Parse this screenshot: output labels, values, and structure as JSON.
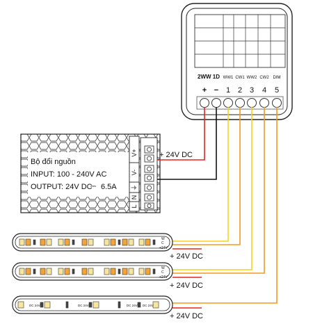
{
  "controller": {
    "labels": [
      "2WW 1D",
      "WW1",
      "CW1",
      "WW2",
      "CW2",
      "DIM"
    ],
    "terminals": [
      "+",
      "−",
      "1",
      "2",
      "3",
      "4",
      "5"
    ]
  },
  "psu": {
    "title": "Bộ đổi nguồn",
    "input": "INPUT: 100 - 240V AC",
    "output": "OUTPUT: 24V DC",
    "current": "6.5A",
    "dc_symbol": "⎓",
    "terminal_labels": [
      "V+",
      "V-",
      "⏚",
      "N",
      "L"
    ]
  },
  "wiring": {
    "psu_to_controller": "+ 24V DC",
    "strip1_power": "+ 24V DC",
    "strip2_power": "+ 24V DC",
    "strip3_power": "+ 24V DC"
  },
  "strips": [
    {
      "end_labels": [
        "W",
        "C",
        "+24V"
      ]
    },
    {
      "end_labels": [
        "W",
        "C",
        "+24V"
      ]
    },
    {
      "end_labels": [
        "DC 24V",
        "DC 24V",
        "DC 24V",
        "DC 24V"
      ]
    }
  ],
  "colors": {
    "positive_wire": "#e8231f",
    "negative_wire": "#111111",
    "ch1_wire": "#f5d21a",
    "ch2_wire": "#f39a1e",
    "ch3_wire": "#f5d21a",
    "ch4_wire": "#f39a1e",
    "ch5_wire": "#f39a1e"
  }
}
